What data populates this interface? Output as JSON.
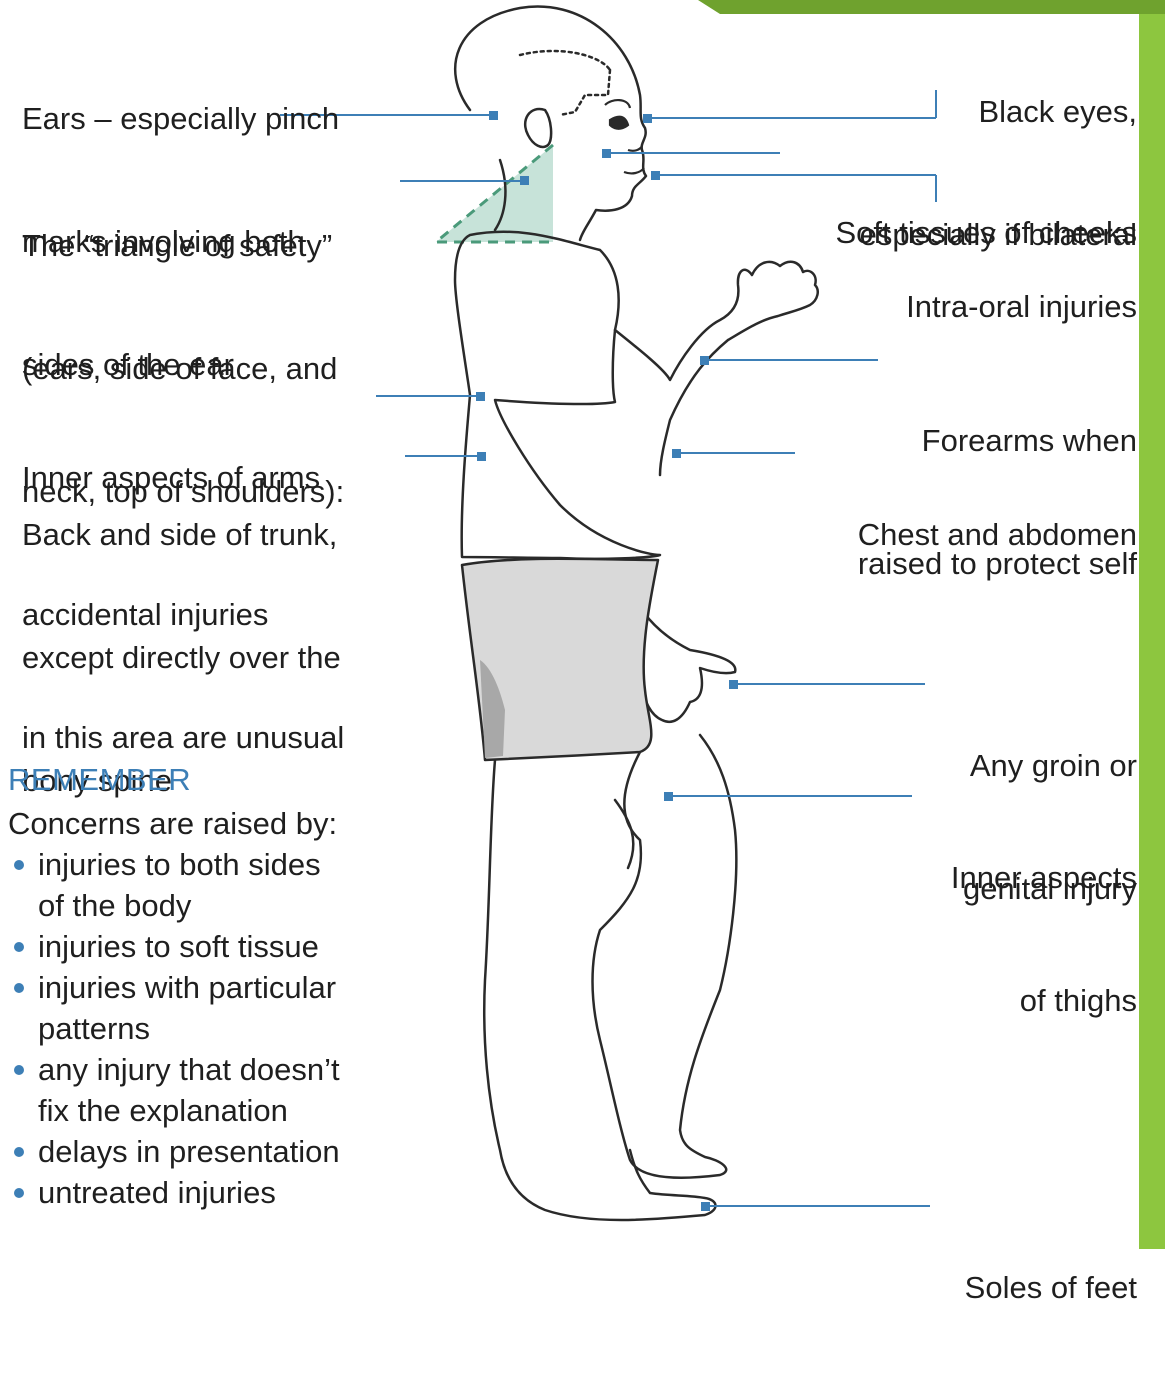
{
  "colors": {
    "accent_blue": "#3d7fb6",
    "side_bar_green": "#8dc63f",
    "triangle_green": "#7fb8a6",
    "shorts_grey": "#d9d9d9",
    "line_color": "#2a2a2a",
    "text_color": "#1f1f1f"
  },
  "labels": {
    "ears": [
      "Ears – especially pinch",
      "marks involving both",
      "sides of the ear"
    ],
    "triangle": [
      "The “triangle of safety”",
      "(ears, side of face, and",
      "neck, top of shoulders):",
      "accidental injuries",
      "in this area are unusual"
    ],
    "inner_arms": [
      "Inner aspects of arms"
    ],
    "trunk": [
      "Back and side of trunk,",
      "except directly over the",
      "bony spine"
    ],
    "black_eyes": [
      "Black eyes,",
      "especially if bilateral"
    ],
    "cheeks": [
      "Soft tissues of cheeks"
    ],
    "intra_oral": [
      "Intra-oral injuries"
    ],
    "forearms": [
      "Forearms when",
      "raised to protect self"
    ],
    "chest": [
      "Chest and abdomen"
    ],
    "groin": [
      "Any groin or",
      "genital injury"
    ],
    "thighs": [
      "Inner aspects",
      "of thighs"
    ],
    "soles": [
      "Soles of feet"
    ]
  },
  "remember": {
    "title": "REMEMBER",
    "intro": "Concerns are raised by:",
    "items": [
      "injuries to both sides\nof the body",
      "injuries to soft tissue",
      "injuries with particular\npatterns",
      "any injury that doesn’t\nfix the explanation",
      "delays in presentation",
      "untreated injuries"
    ]
  }
}
